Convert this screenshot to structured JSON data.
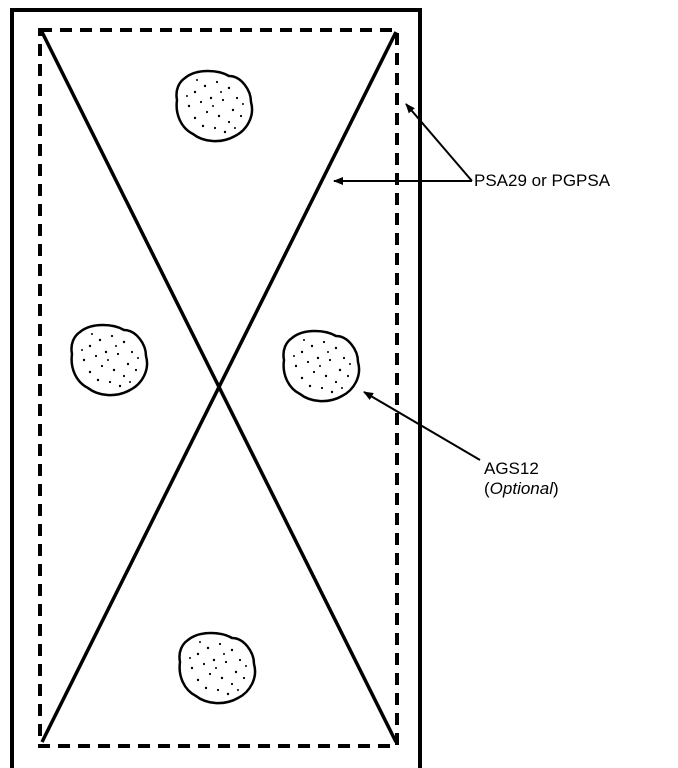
{
  "labels": {
    "dashed_and_diagonal": "PSA29 or PGPSA",
    "aggregate_name": "AGS12",
    "aggregate_note_open": "(",
    "aggregate_note_text": "Optional",
    "aggregate_note_close": ")"
  },
  "colors": {
    "stroke": "#000000",
    "background": "#ffffff"
  }
}
